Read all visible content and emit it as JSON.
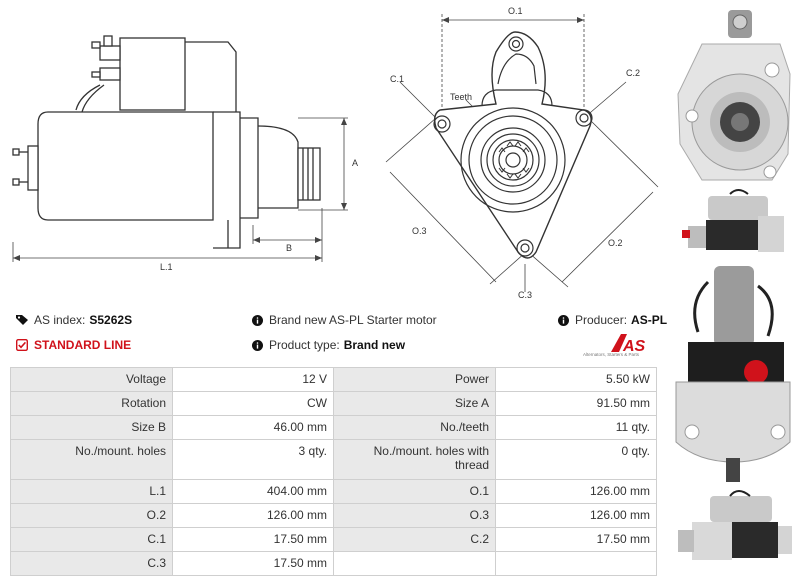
{
  "drawing_labels": {
    "a": "A",
    "b": "B",
    "l1": "L.1",
    "o1": "O.1",
    "o2": "O.2",
    "o3": "O.3",
    "c1": "C.1",
    "c2": "C.2",
    "c3": "C.3",
    "teeth": "Teeth"
  },
  "info": {
    "as_index_label": "AS index:",
    "as_index_value": "S5262S",
    "description": "Brand new AS-PL Starter motor",
    "producer_label": "Producer:",
    "producer_value": "AS-PL",
    "standard_line": "STANDARD LINE",
    "product_type_label": "Product type:",
    "product_type_value": "Brand new"
  },
  "logo": {
    "text": "AS",
    "tagline": "Alternators, Starters & Parts",
    "color": "#d0121b"
  },
  "specs": [
    {
      "l1": "Voltage",
      "v1": "12 V",
      "l2": "Power",
      "v2": "5.50 kW"
    },
    {
      "l1": "Rotation",
      "v1": "CW",
      "l2": "Size A",
      "v2": "91.50 mm"
    },
    {
      "l1": "Size B",
      "v1": "46.00 mm",
      "l2": "No./teeth",
      "v2": "11 qty."
    },
    {
      "l1": "No./mount. holes",
      "v1": "3 qty.",
      "l2": "No./mount. holes with thread",
      "v2": "0 qty."
    },
    {
      "l1": "L.1",
      "v1": "404.00 mm",
      "l2": "O.1",
      "v2": "126.00 mm"
    },
    {
      "l1": "O.2",
      "v1": "126.00 mm",
      "l2": "O.3",
      "v2": "126.00 mm"
    },
    {
      "l1": "C.1",
      "v1": "17.50 mm",
      "l2": "C.2",
      "v2": "17.50 mm"
    },
    {
      "l1": "C.3",
      "v1": "17.50 mm",
      "l2": "",
      "v2": ""
    }
  ],
  "colors": {
    "accent_red": "#d0121b",
    "label_bg": "#e9e9e9",
    "border": "#cfcfcf"
  }
}
